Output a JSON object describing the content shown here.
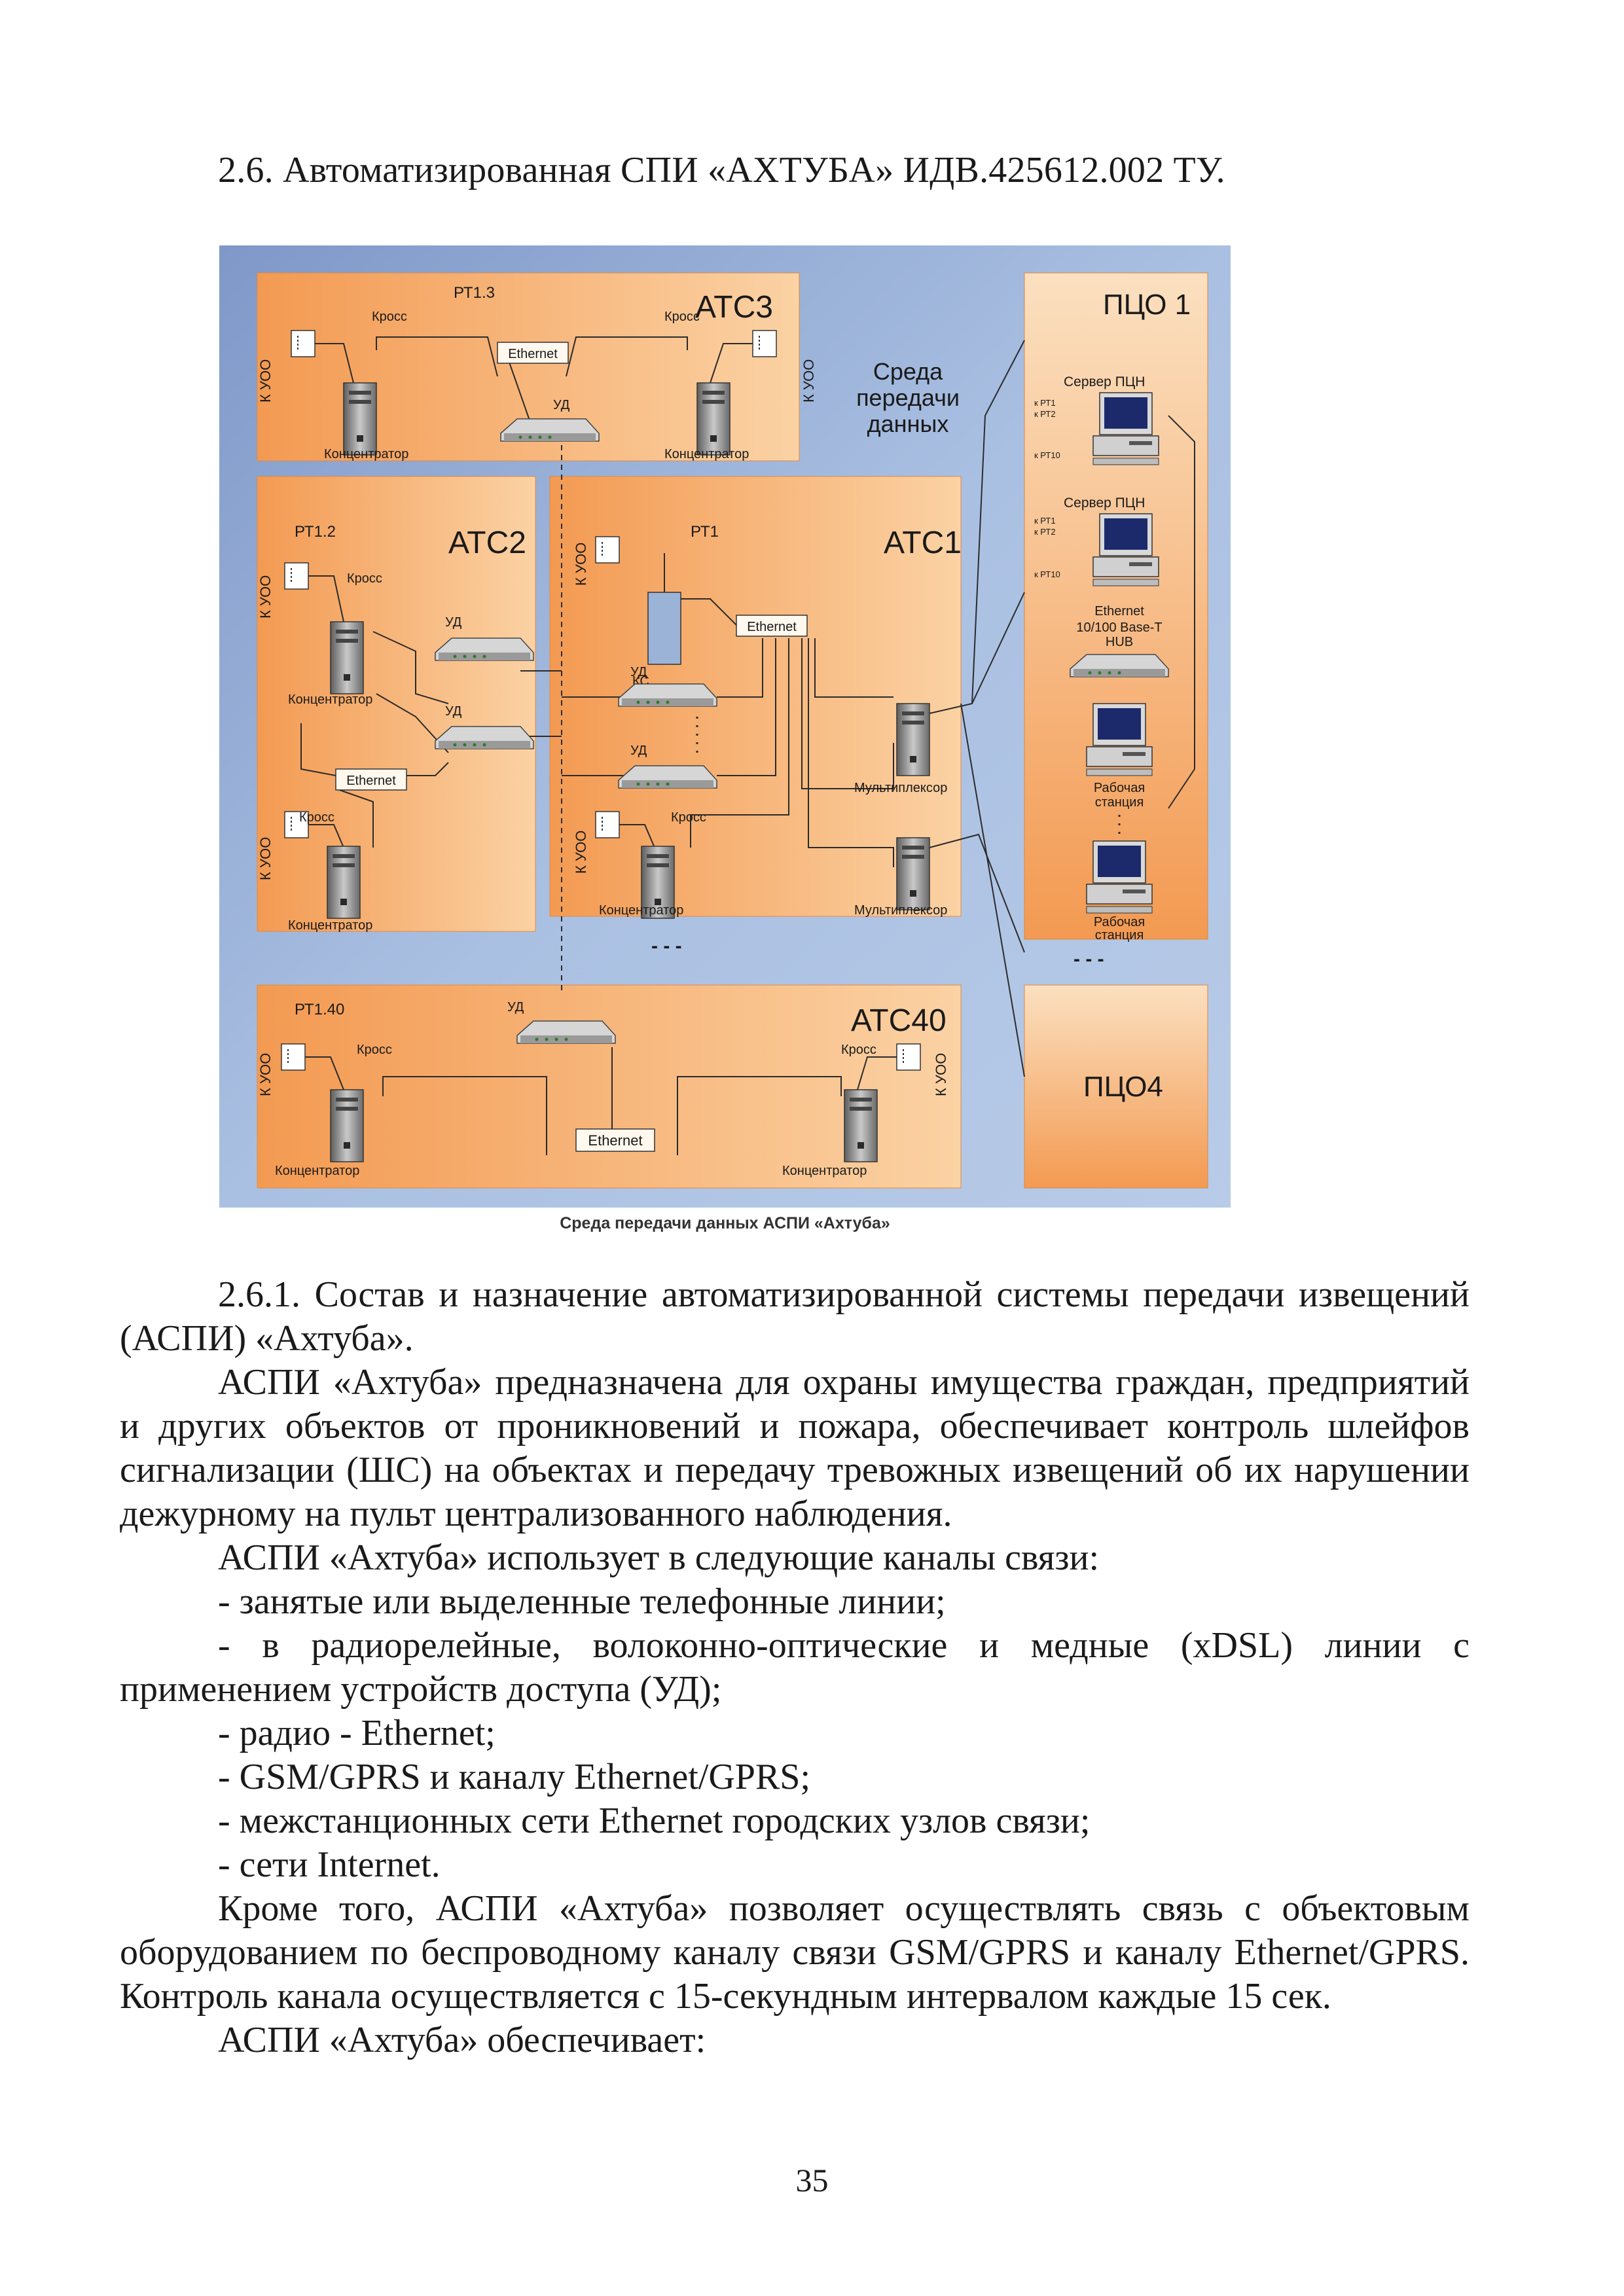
{
  "heading": "2.6. Автоматизированная СПИ «АХТУБА» ИДВ.425612.002 ТУ.",
  "figure": {
    "caption": "Среда передачи данных АСПИ «Ахтуба»",
    "medium_label": [
      "Среда",
      "передачи",
      "данных"
    ],
    "pco1": "ПЦО 1",
    "pco4": "ПЦО4",
    "dashes": "- - -",
    "stations": {
      "atc3": {
        "name": "АТС3",
        "rt": "РТ1.3"
      },
      "atc2": {
        "name": "АТС2",
        "rt": "РТ1.2"
      },
      "atc1": {
        "name": "АТС1",
        "rt": "РТ1"
      },
      "atc40": {
        "name": "АТС40",
        "rt": "РТ1.40"
      }
    },
    "labels": {
      "kuoo": "К УОО",
      "cross": "Кросс",
      "ethernet": "Ethernet",
      "ud": "УД",
      "hub": "Концентратор",
      "mux": "Мультиплексор",
      "ks": "КС",
      "server": "Сервер ПЦН",
      "rt1": "к РТ1",
      "rt2": "к РТ2",
      "rt10": "к РТ10",
      "eth_hub": [
        "Ethernet",
        "10/100 Base-T",
        "HUB"
      ],
      "workstation": [
        "Рабочая",
        "станция"
      ]
    }
  },
  "body": {
    "p1": "2.6.1. Состав и назначение автоматизированной системы передачи извещений (АСПИ) «Ахтуба».",
    "p2": "АСПИ «Ахтуба» предназначена для охраны имущества граждан, предприятий и других объектов от проникновений и пожара, обеспечивает контроль шлейфов сигнализации (ШС) на объектах и передачу тревожных извещений об их нарушении дежурному на пульт централизованного наблюдения.",
    "p3": "АСПИ «Ахтуба» использует в следующие каналы связи:",
    "items": [
      "- занятые или выделенные телефонные линии;",
      "- в радиорелейные, волоконно-оптические и медные (xDSL) линии с применением устройств доступа (УД);",
      "- радио - Ethernet;",
      "- GSM/GPRS и каналу Ethernet/GPRS;",
      "- межстанционных сети Ethernet городских узлов связи;",
      "- сети Internet."
    ],
    "p4": "Кроме того, АСПИ «Ахтуба» позволяет осуществлять связь с объектовым оборудованием по беспроводному каналу связи GSM/GPRS и каналу Ethernet/GPRS. Контроль канала осуществляется с 15-секундным интервалом каждые 15 сек.",
    "p5": "АСПИ «Ахтуба» обеспечивает:"
  },
  "page_number": "35",
  "colors": {
    "background": "#ffffff",
    "diagram_blue": "#9fb5da",
    "station_orange": "#f4a865"
  }
}
